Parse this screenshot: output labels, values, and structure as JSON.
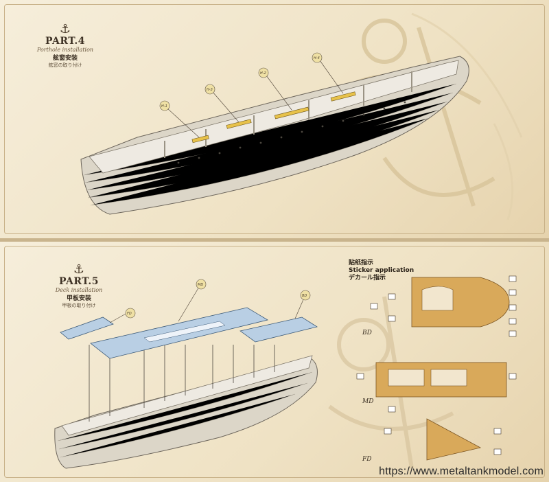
{
  "part4": {
    "title": "PART.4",
    "subtitle_en": "Porthole installation",
    "subtitle_cn": "舷窗安装",
    "subtitle_jp": "舷窓の取り付け",
    "callouts": [
      "H-1",
      "H-3",
      "H-2",
      "H-4"
    ]
  },
  "part5": {
    "title": "PART.5",
    "subtitle_en": "Deck installation",
    "subtitle_cn": "甲板安装",
    "subtitle_jp": "甲板の取り付け",
    "callouts": [
      "FD",
      "MD",
      "BD"
    ]
  },
  "sticker": {
    "title_cn": "贴纸指示",
    "title_en": "Sticker application",
    "title_jp": "デカール指示",
    "deck_labels": [
      "BD",
      "MD",
      "FD"
    ]
  },
  "colors": {
    "paper": "#f3e9d2",
    "deck_blue": "#b9cfe4",
    "deck_wood": "#d9a95a",
    "hull": "#dcd6c8",
    "porthole_part": "#e8c24a"
  },
  "url": "https://www.metaltankmodel.com"
}
